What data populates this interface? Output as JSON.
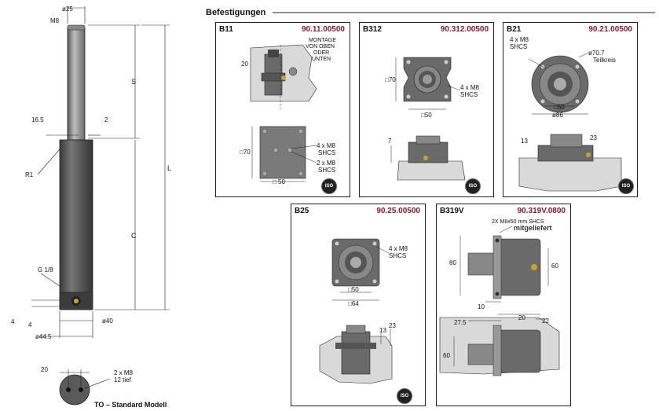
{
  "section_title": "Befestigungen",
  "cylinder": {
    "dim_d25": "ø25",
    "dim_m8": "M8",
    "dim_s": "S",
    "dim_l": "L",
    "dim_c": "C",
    "dim_165": "16.5",
    "dim_2": "2",
    "dim_r1": "R1",
    "dim_g18": "G 1/8",
    "dim_4a": "4",
    "dim_4b": "4",
    "dim_d40": "ø40",
    "dim_d445": "ø44.5"
  },
  "bottom_view": {
    "dim_20": "20",
    "threads": "2 x M8",
    "depth": "12 tief",
    "caption": "TO – Standard Modell"
  },
  "panels": {
    "b11": {
      "title": "B11",
      "code": "90.11.00500",
      "note1": "MONTAGE",
      "note2": "VON OBEN",
      "note3": "ODER",
      "note4": "UNTEN",
      "dim_20": "20",
      "dim_70": "□70",
      "dim_50": "□ 50",
      "sc1": "4 x M8",
      "sc2": "SHCS",
      "sc3": "2 x M8",
      "sc4": "SHCS",
      "iso": "ISO"
    },
    "b312": {
      "title": "B312",
      "code": "90.312.00500",
      "dim_70": "□70",
      "dim_50": "□50",
      "sc1": "4 x M8",
      "sc2": "SHCS",
      "dim_7": "7",
      "iso": "ISO"
    },
    "b21": {
      "title": "B21",
      "code": "90.21.00500",
      "sc1": "4 x M8",
      "sc2": "SHCS",
      "dim_d707": "ø70.7",
      "circle": "Teilkreis",
      "dim_50": "□50",
      "dim_d86": "ø86",
      "dim_13": "13",
      "dim_23": "23",
      "iso": "ISO"
    },
    "b25": {
      "title": "B25",
      "code": "90.25.00500",
      "sc1": "4 x M8",
      "sc2": "SHCS",
      "dim_50": "□50",
      "dim_64": "□64",
      "dim_13": "13",
      "dim_23": "23",
      "iso": "ISO"
    },
    "b319v": {
      "title": "B319V",
      "code": "90.319V.0800",
      "note": "2X M8x50 mm SHCS",
      "supplied": "mitgeliefert",
      "dim_80": "80",
      "dim_60a": "60",
      "dim_10": "10",
      "dim_275": "27.5",
      "dim_20": "20",
      "dim_22": "22",
      "dim_60b": "60"
    }
  },
  "colors": {
    "accent": "#8b1a2b",
    "metal": "#555555",
    "dark": "#2e2e2e"
  }
}
